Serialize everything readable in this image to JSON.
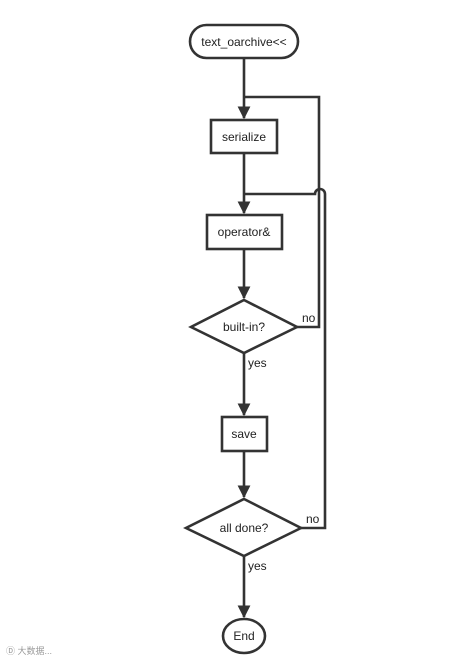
{
  "nodes": {
    "start": "text_oarchive<<",
    "serialize": "serialize",
    "operator": "operator&",
    "builtin": "built-in?",
    "save": "save",
    "alldone": "all done?",
    "end": "End"
  },
  "edge_labels": {
    "builtin_no": "no",
    "builtin_yes": "yes",
    "alldone_no": "no",
    "alldone_yes": "yes"
  },
  "watermark": "Ⓓ 大数据..."
}
